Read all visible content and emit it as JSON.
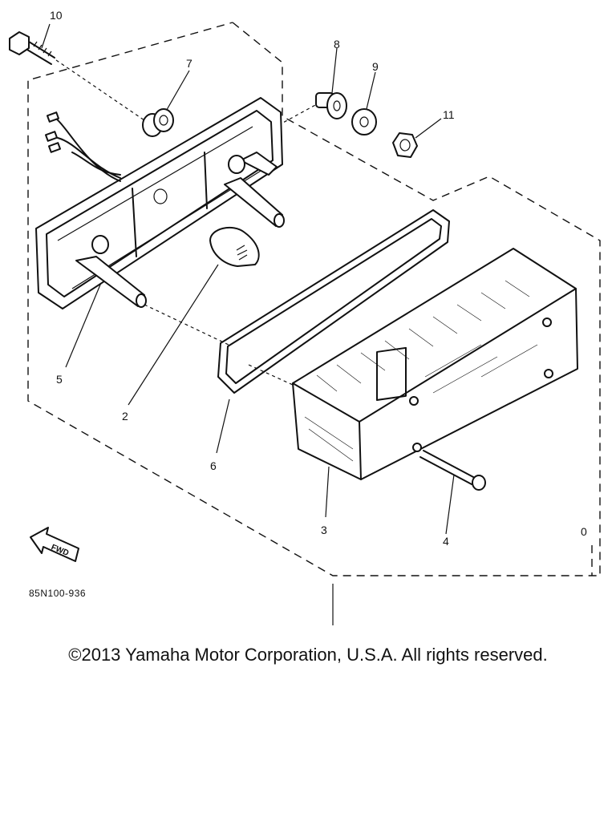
{
  "diagram": {
    "callouts": {
      "n10": "10",
      "n7": "7",
      "n8": "8",
      "n9": "9",
      "n11": "11",
      "n5": "5",
      "n2": "2",
      "n6": "6",
      "n3": "3",
      "n4": "4",
      "n0": "0"
    },
    "fwd_label": "FWD",
    "drawing_code": "85N100-936"
  },
  "copyright": "©2013 Yamaha Motor Corporation, U.S.A. All rights reserved."
}
